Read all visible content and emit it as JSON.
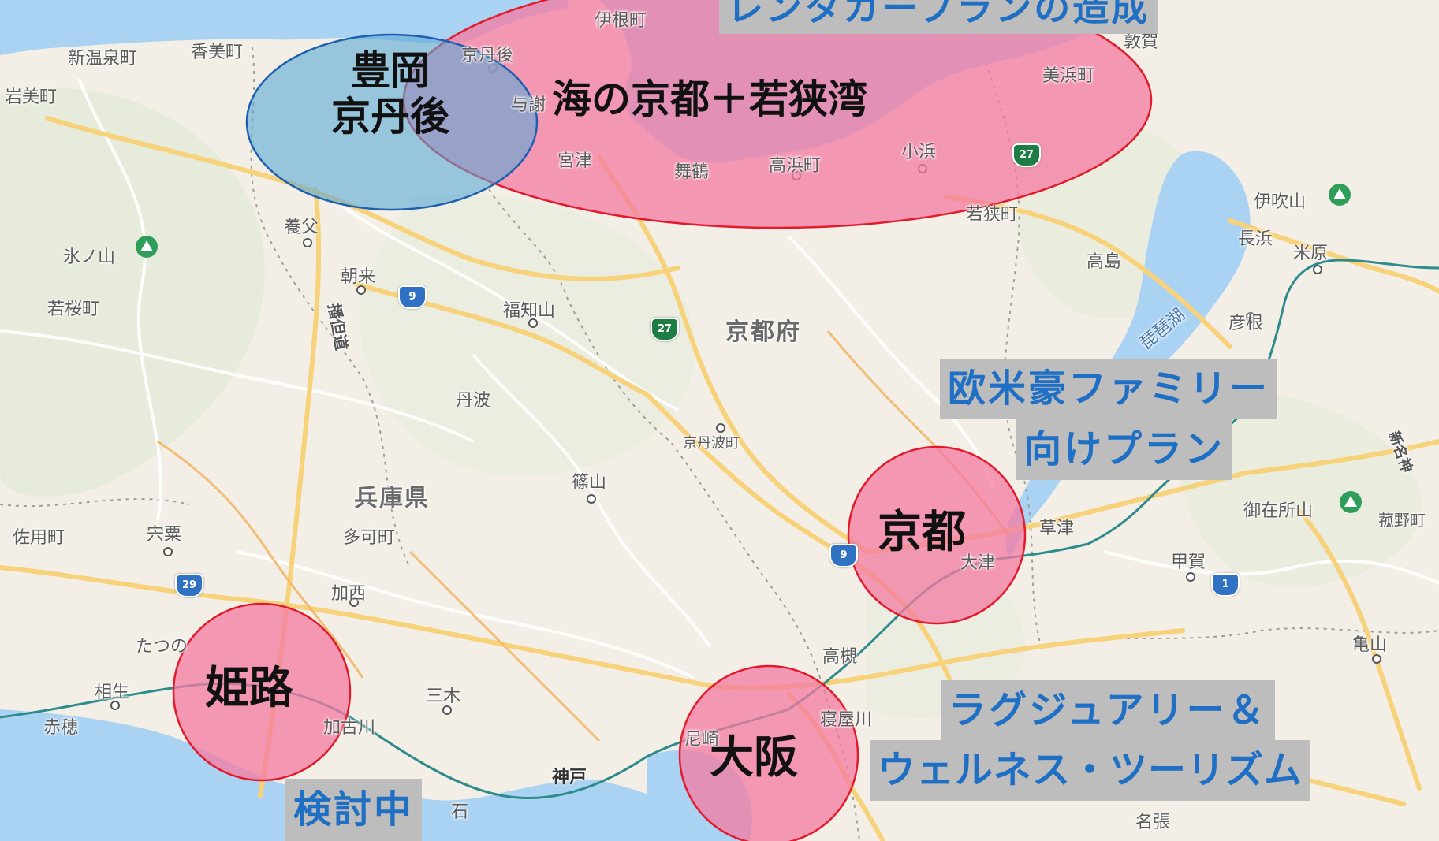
{
  "places": {
    "ine": "伊根町",
    "kyotango": "京丹後",
    "shinonsen": "新温泉町",
    "kami": "香美町",
    "iwami": "岩美町",
    "yosa": "与謝",
    "miyazu": "宮津",
    "maizuru": "舞鶴",
    "takahama": "高浜町",
    "obama": "小浜",
    "mihama": "美浜町",
    "tsuruga": "敦賀",
    "wakasa": "若狭町",
    "yabu": "養父",
    "hyonosen": "氷ノ山",
    "asago": "朝来",
    "wakasa_cho": "若桜町",
    "fukuchiyama": "福知山",
    "kyotofu": "京都府",
    "takashima": "高島",
    "nagahama": "長浜",
    "maibara": "米原",
    "ibuki": "伊吹山",
    "biwako": "琵琶湖",
    "hikone": "彦根",
    "tamba": "丹波",
    "kyotamba": "京丹波町",
    "sasayama": "篠山",
    "hyogo": "兵庫県",
    "taka": "多可町",
    "sayo": "佐用町",
    "shiso": "宍粟",
    "kasai": "加西",
    "tatsuno": "たつの",
    "aioi": "相生",
    "ako": "赤穂",
    "miki": "三木",
    "kakogawa": "加古川",
    "kobe": "神戸",
    "amagasaki": "尼崎",
    "neyagawa": "寝屋川",
    "takatsuki": "高槻",
    "kusatsu": "草津",
    "otsu": "大津",
    "koka": "甲賀",
    "gozaisho": "御在所山",
    "komono": "菰野町",
    "kameyama": "亀山",
    "nabari": "名張",
    "bantan": "播但道",
    "shinmei": "新名神",
    "akashi": "石"
  },
  "shields": {
    "r9a": "9",
    "r27a": "27",
    "r27b": "27",
    "r29": "29",
    "r9b": "9",
    "r1": "1"
  },
  "circles": {
    "toyooka": "豊岡\n京丹後",
    "umi": "海の京都＋若狭湾",
    "kyoto": "京都",
    "himeji": "姫路",
    "osaka": "大阪"
  },
  "plans": {
    "rentacar": "レンタカープランの造成",
    "family": "欧米豪ファミリー",
    "family2": "向けプラン",
    "luxury": "ラグジュアリー＆",
    "wellness": "ウェルネス・ツーリズム",
    "kento": "検討中"
  },
  "colors": {
    "circle_pink": "#f47aa2",
    "circle_blue": "#5aa9d6",
    "plan_text": "#1f6fc4",
    "plan_bg": "#bdbdbd"
  }
}
